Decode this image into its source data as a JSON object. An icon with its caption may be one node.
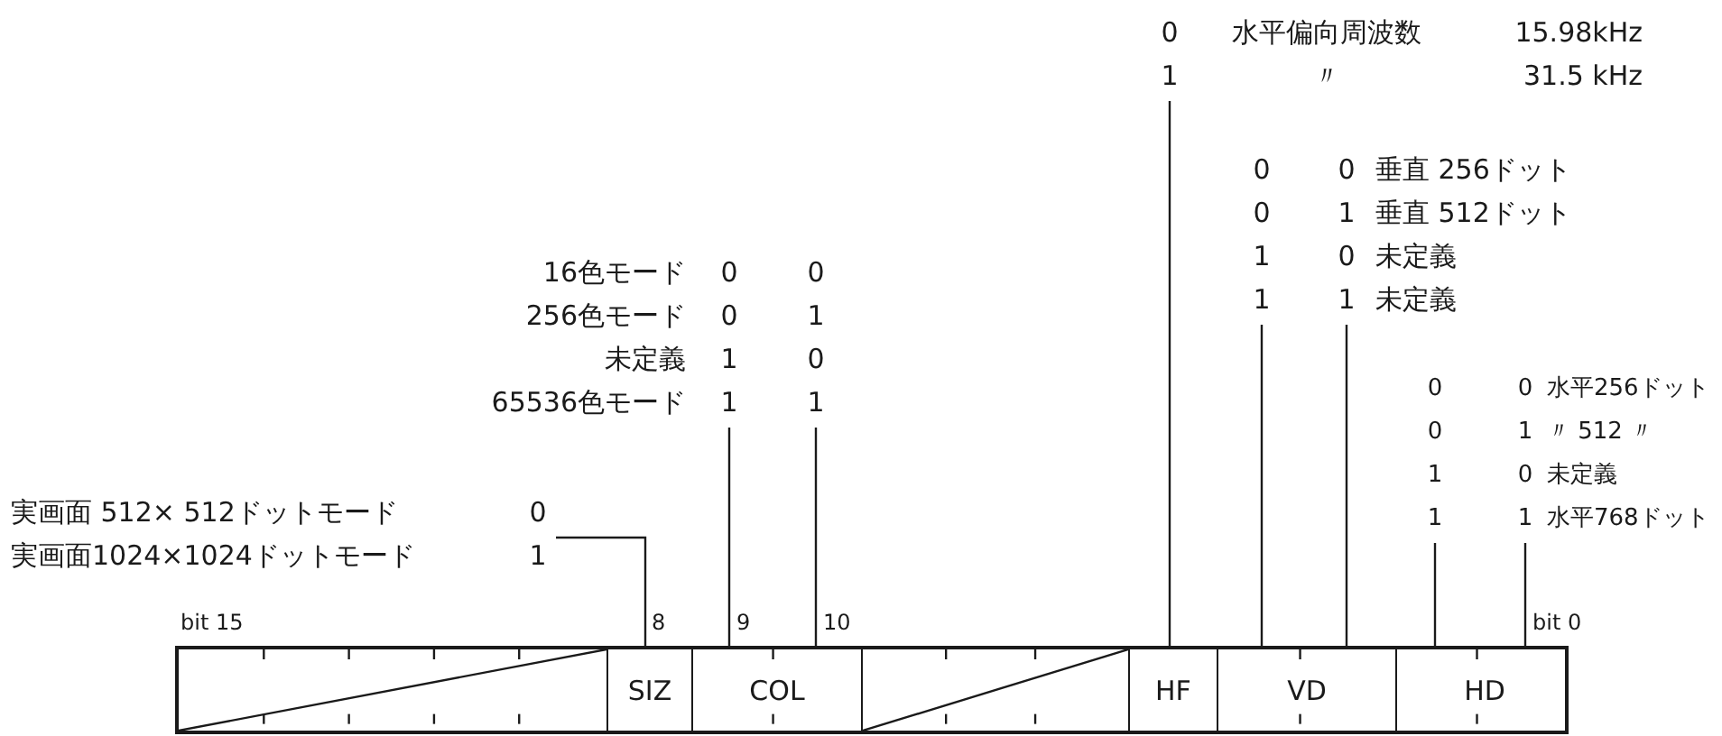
{
  "diagram": {
    "nodes": [
      {
        "text": [
          "0",
          "水平偏向周波数",
          "15.98kHz",
          "1",
          "〃",
          "31.5 kHz"
        ]
      },
      {
        "text": [
          "0",
          "0",
          "垂直 256ドット",
          "0",
          "1",
          "垂直 512ドット",
          "1",
          "0",
          "未定義",
          "1",
          "1",
          "未定義"
        ]
      },
      {
        "text": [
          "16色モード",
          "0",
          "0",
          "256色モード",
          "0",
          "1",
          "未定義",
          "1",
          "0",
          "65536色モード",
          "1",
          "1"
        ]
      },
      {
        "text": [
          "0",
          "0",
          "水平256ドット",
          "0",
          "1",
          "〃 512 〃",
          "1",
          "0",
          "未定義",
          "1",
          "1",
          "水平768ドット"
        ]
      },
      {
        "text": [
          "実画面 512× 512ドットモード",
          "0",
          "実画面1024×1024ドットモード",
          "1"
        ]
      },
      {
        "text": [],
        "shape": "box"
      },
      {
        "text": [],
        "shape": "box",
        "in": 5
      },
      {
        "text": [
          "SIZ"
        ],
        "in": 5
      },
      {
        "text": [
          "COL"
        ],
        "in": 5
      },
      {
        "text": [],
        "shape": "box",
        "in": 5
      },
      {
        "text": [
          "HF"
        ],
        "in": 5
      },
      {
        "text": [
          "VD"
        ],
        "in": 5
      },
      {
        "text": [
          "HD"
        ],
        "in": 5
      }
    ],
    "edges": [
      {
        "from": 0,
        "to": 10,
        "arrow": "none"
      },
      {
        "from": 1,
        "to": 11,
        "arrow": "none"
      },
      {
        "from": 1,
        "to": 11,
        "arrow": "none"
      },
      {
        "from": 2,
        "to": 8,
        "arrow": "none"
      },
      {
        "from": 2,
        "to": 8,
        "arrow": "none"
      },
      {
        "from": 3,
        "to": 12,
        "arrow": "none"
      },
      {
        "from": 3,
        "to": 12,
        "arrow": "none"
      },
      {
        "from": 4,
        "to": 7,
        "arrow": "none"
      }
    ],
    "labels": [
      "bit 15",
      "8",
      "9",
      "10",
      "bit 0"
    ]
  }
}
